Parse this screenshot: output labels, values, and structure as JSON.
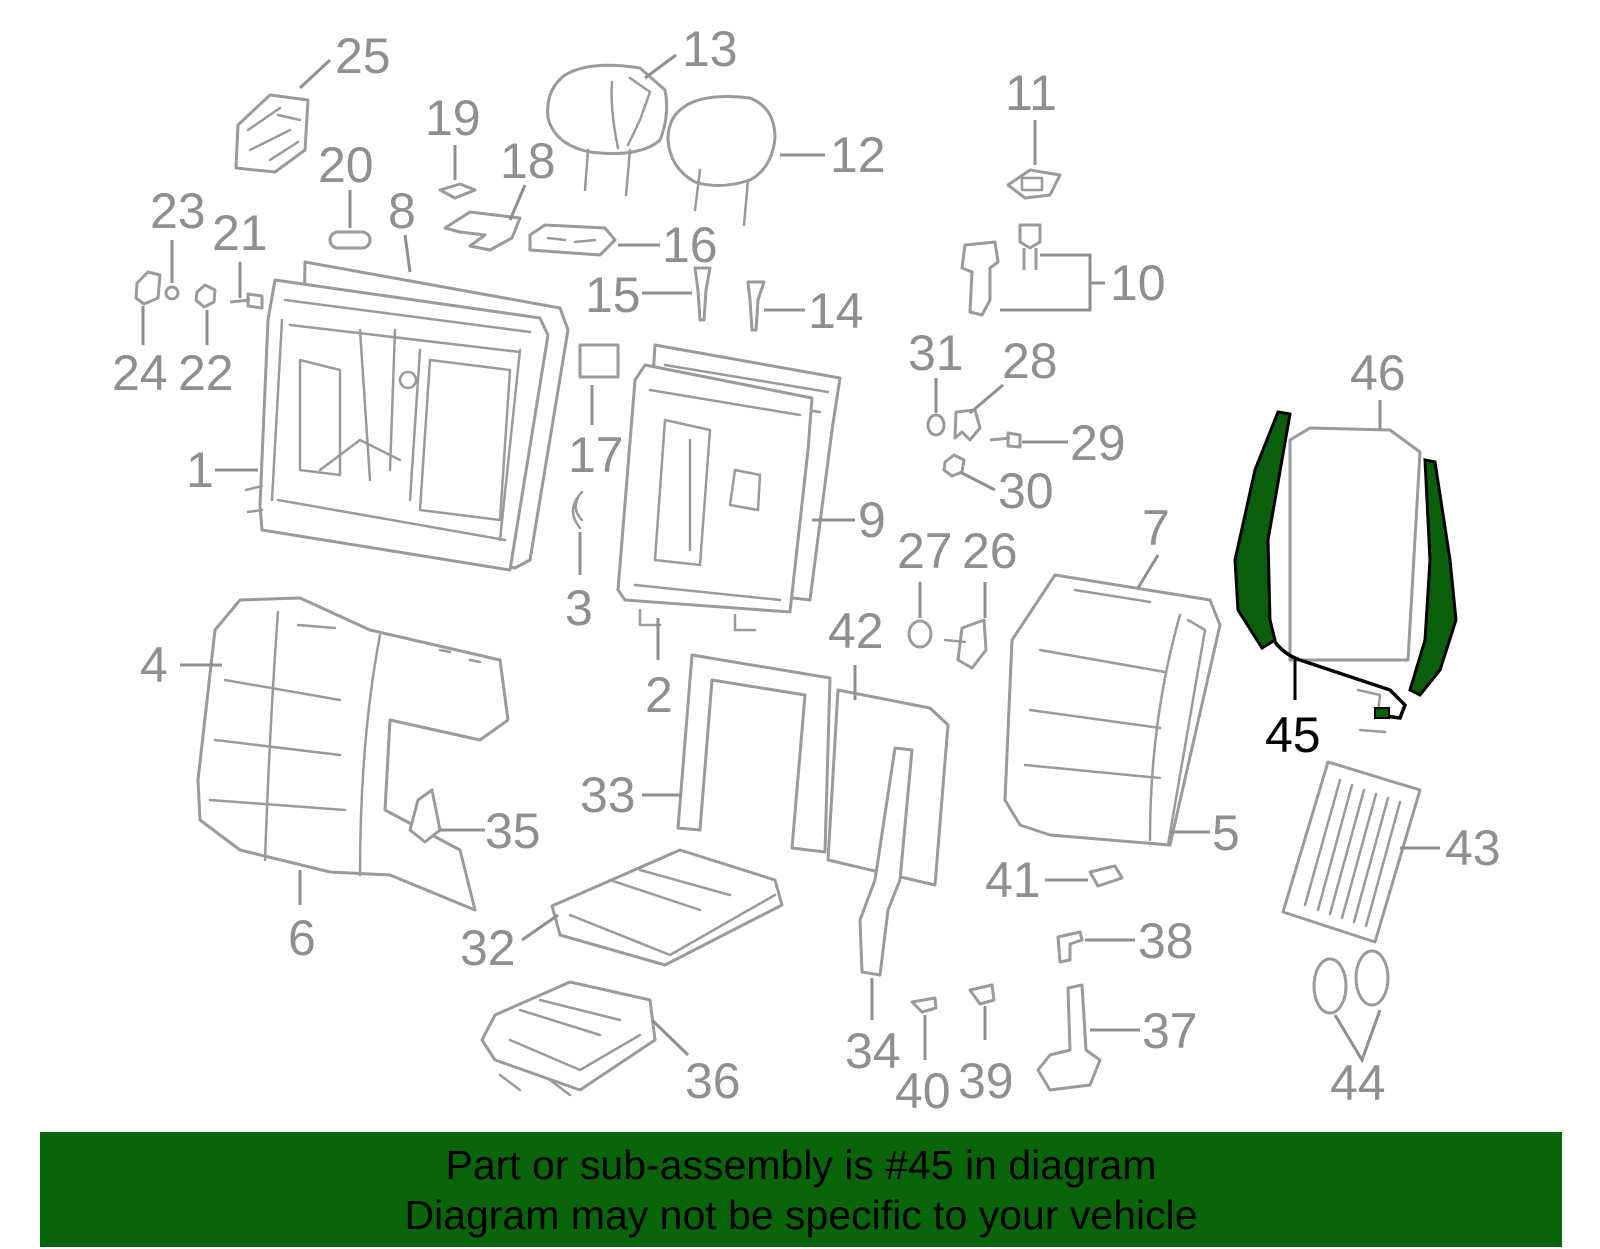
{
  "diagram": {
    "highlighted_part": "45",
    "accent_color": "#0b5e0b",
    "callouts": [
      "1",
      "2",
      "3",
      "4",
      "5",
      "6",
      "7",
      "8",
      "9",
      "10",
      "11",
      "12",
      "13",
      "14",
      "15",
      "16",
      "17",
      "18",
      "19",
      "20",
      "21",
      "22",
      "23",
      "24",
      "25",
      "26",
      "27",
      "28",
      "29",
      "30",
      "31",
      "32",
      "33",
      "34",
      "35",
      "36",
      "37",
      "38",
      "39",
      "40",
      "41",
      "42",
      "43",
      "44",
      "45",
      "46"
    ]
  },
  "footer": {
    "line1": "Part or sub-assembly is #45 in diagram",
    "line2": "Diagram may not be specific to your vehicle",
    "background": "#0a640a"
  }
}
